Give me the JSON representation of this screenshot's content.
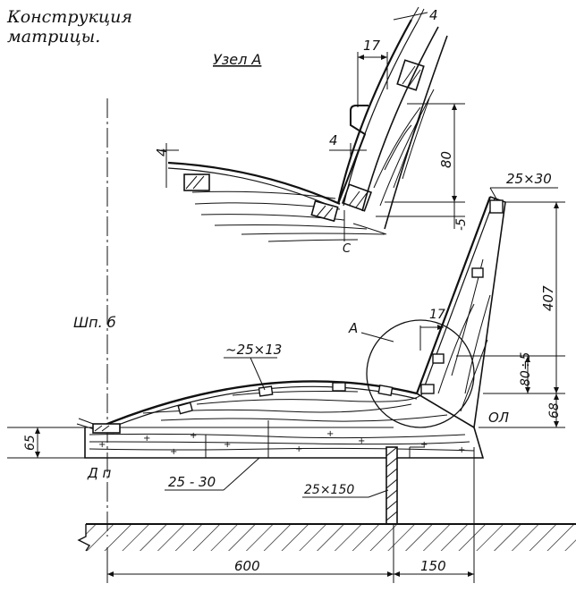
{
  "title": {
    "line1": "Конструкция",
    "line2": "матрицы."
  },
  "labels": {
    "node": "Узел А",
    "shp": "Шп. б",
    "circle_marker": "А",
    "ol": "ОЛ",
    "dp": "Д п",
    "c_mark": "С"
  },
  "dimensions": {
    "d4_top": "4",
    "d17_top": "17",
    "d4_mid": "4",
    "d4_left": "4",
    "d80": "80",
    "d_minus5": "-5",
    "d25x30": "25×30",
    "d407": "407",
    "d17_circle": "17",
    "d80_5": "80÷5",
    "d68": "68",
    "d65": "65",
    "d25x13": "~25×13",
    "d25_30": "25 - 30",
    "d25x150": "25×150",
    "d600": "600",
    "d150": "150"
  }
}
